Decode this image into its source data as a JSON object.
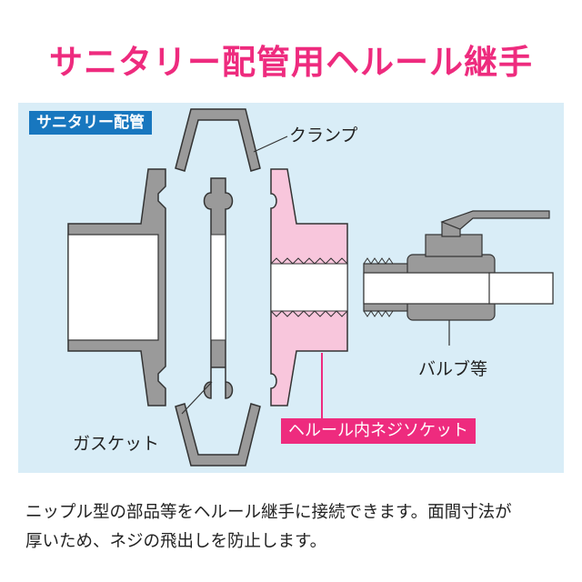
{
  "title": "サニタリー配管用ヘルール継手",
  "panel": {
    "tag_left": "サニタリー配管",
    "labels": {
      "clamp": "クランプ",
      "valve": "バルブ等",
      "gasket": "ガスケット",
      "ferrule_socket": "ヘルール内ネジソケット"
    }
  },
  "description": {
    "line1": "ニップル型の部品等をヘルール継手に接続できます。面間寸法が",
    "line2": "厚いため、ネジの飛出しを防止します。"
  },
  "colors": {
    "title": "#ee2b7e",
    "panel_bg": "#d9edf7",
    "tag_blue": "#1877bf",
    "pink_fill": "#f8c6dc",
    "pink_tag": "#ee2b7e",
    "part_gray": "#9a9a9a"
  },
  "icons": [
    "sanitary-pipe-icon",
    "clamp-icon",
    "gasket-icon",
    "ferrule-socket-icon",
    "ball-valve-icon"
  ]
}
